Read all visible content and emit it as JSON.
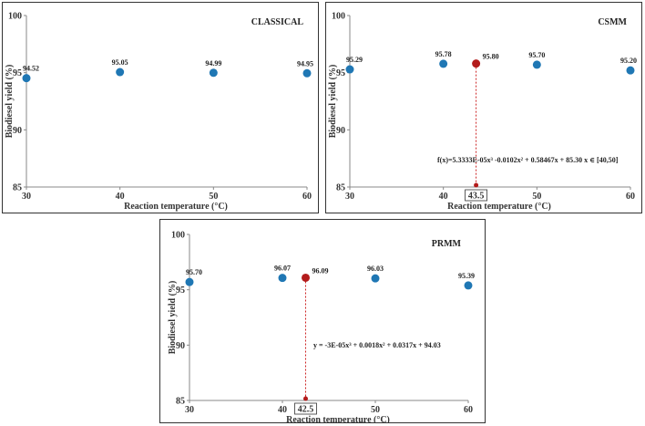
{
  "colors": {
    "point": "#1f77b4",
    "optimum": "#b31b1b",
    "axis": "#888888",
    "guide": "#cc2222"
  },
  "chart_data": [
    {
      "type": "scatter",
      "title": "CLASSICAL",
      "xlabel": "Reaction temperature (°C)",
      "ylabel": "Biodiesel yield (%)",
      "xlim": [
        30,
        60
      ],
      "ylim": [
        85,
        100
      ],
      "xticks": [
        "30",
        "40",
        "50",
        "60"
      ],
      "yticks": [
        "85",
        "90",
        "95",
        "100"
      ],
      "points": [
        {
          "x": 30,
          "y": 94.52,
          "label": "94.52"
        },
        {
          "x": 40,
          "y": 95.05,
          "label": "95.05"
        },
        {
          "x": 50,
          "y": 94.99,
          "label": "94.99"
        },
        {
          "x": 60,
          "y": 94.95,
          "label": "94.95"
        }
      ]
    },
    {
      "type": "scatter",
      "title": "CSMM",
      "xlabel": "Reaction temperature (°C)",
      "ylabel": "Biodiesel yield (%)",
      "xlim": [
        30,
        60
      ],
      "ylim": [
        85,
        100
      ],
      "xticks": [
        "30",
        "40",
        "50",
        "60"
      ],
      "yticks": [
        "85",
        "90",
        "95",
        "100"
      ],
      "points": [
        {
          "x": 30,
          "y": 95.29,
          "label": "95.29"
        },
        {
          "x": 40,
          "y": 95.78,
          "label": "95.78"
        },
        {
          "x": 50,
          "y": 95.7,
          "label": "95.70"
        },
        {
          "x": 60,
          "y": 95.2,
          "label": "95.20"
        }
      ],
      "optimum": {
        "x": 43.5,
        "y": 95.8,
        "label": "95.80",
        "x_label": "43.5"
      },
      "equation": "f(x)=5.3333E-05x³ -0.0102x² + 0.58467x + 85.30     x ∈ [40,50]"
    },
    {
      "type": "scatter",
      "title": "PRMM",
      "xlabel": "Reaction temperature (°C)",
      "ylabel": "Biodiesel yield (%)",
      "xlim": [
        30,
        60
      ],
      "ylim": [
        85,
        100
      ],
      "xticks": [
        "30",
        "40",
        "50",
        "60"
      ],
      "yticks": [
        "85",
        "90",
        "95",
        "100"
      ],
      "points": [
        {
          "x": 30,
          "y": 95.7,
          "label": "95.70"
        },
        {
          "x": 40,
          "y": 96.07,
          "label": "96.07"
        },
        {
          "x": 50,
          "y": 96.03,
          "label": "96.03"
        },
        {
          "x": 60,
          "y": 95.39,
          "label": "95.39"
        }
      ],
      "optimum": {
        "x": 42.5,
        "y": 96.09,
        "label": "96.09",
        "x_label": "42.5"
      },
      "equation": "y = -3E-05x³ + 0.0018x² + 0.0317x + 94.03"
    }
  ]
}
